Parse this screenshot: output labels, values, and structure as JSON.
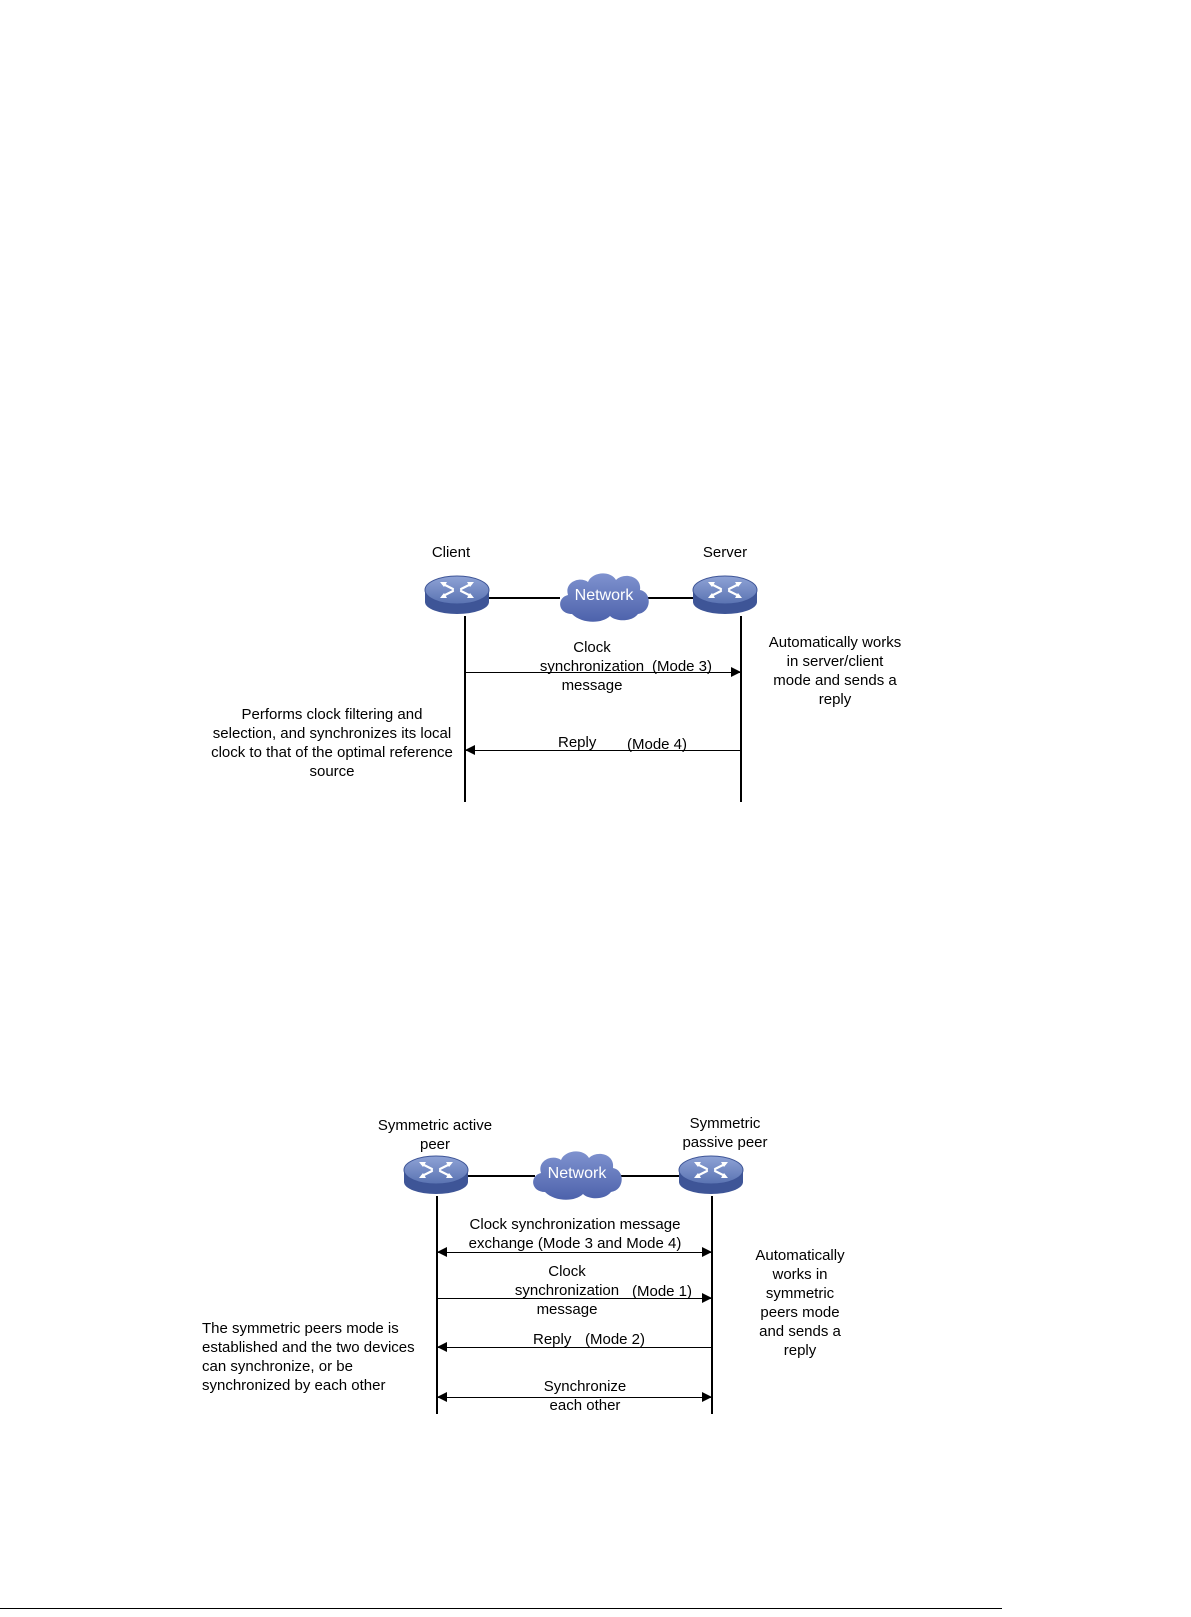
{
  "colors": {
    "device": "#5a73b2",
    "cloud": "#5b6fb8",
    "line": "#000000"
  },
  "diagram1": {
    "client_label": "Client",
    "server_label": "Server",
    "network_label": "Network",
    "msg1_label": "Clock\nsynchronization\nmessage",
    "msg1_mode": "(Mode 3)",
    "msg2_label": "Reply",
    "msg2_mode": "(Mode 4)",
    "server_note": "Automatically works\nin server/client\nmode and sends a\nreply",
    "client_note": "Performs clock filtering and\nselection, and synchronizes its local\nclock to that of the optimal reference\nsource"
  },
  "diagram2": {
    "active_label": "Symmetric active\npeer",
    "passive_label": "Symmetric\npassive peer",
    "network_label": "Network",
    "msg1_label": "Clock synchronization message\nexchange (Mode 3 and Mode 4)",
    "msg2_label": "Clock\nsynchronization\nmessage",
    "msg2_mode": "(Mode 1)",
    "msg3_label": "Reply",
    "msg3_mode": "(Mode 2)",
    "msg4_label": "Synchronize\neach other",
    "passive_note": "Automatically\nworks in\nsymmetric\npeers mode\nand sends a\nreply",
    "active_note": "The symmetric peers mode is\nestablished and the two devices\ncan  synchronize, or be\nsynchronized by each other"
  }
}
